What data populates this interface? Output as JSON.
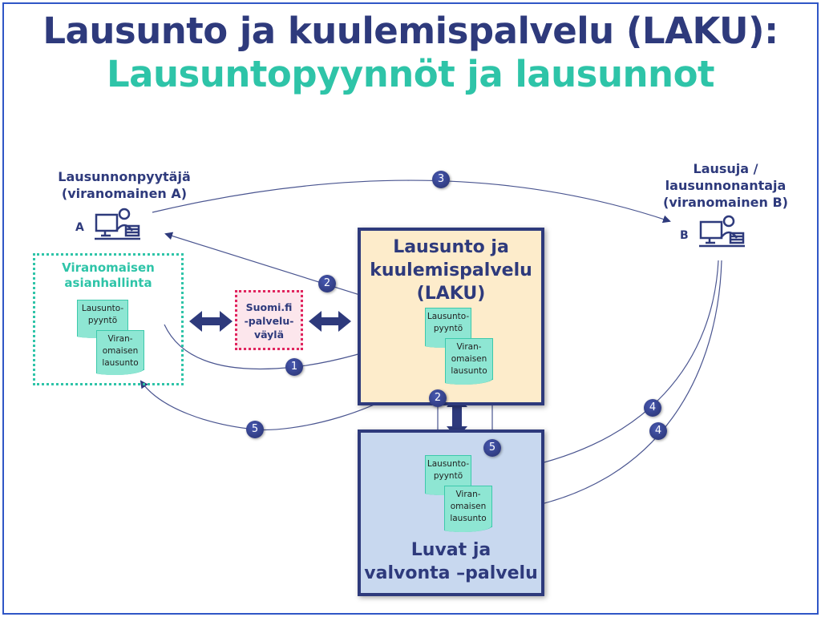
{
  "title": {
    "line1": "Lausunto ja kuulemispalvelu (LAKU):",
    "line2": "Lausuntopyynnöt ja lausunnot"
  },
  "colors": {
    "navy": "#2e3a7c",
    "teal": "#2ec4a8",
    "laku_bg": "#fdeccb",
    "luvat_bg": "#c8d8ef",
    "suomi_bg": "#fce6ec",
    "suomi_border": "#e0245e"
  },
  "actor_a": {
    "label_line1": "Lausunnonpyytäjä",
    "label_line2": "(viranomainen A)",
    "letter": "A",
    "icon": "person-at-computer-icon"
  },
  "actor_b": {
    "label_line1": "Lausuja /",
    "label_line2": "lausunnonantaja",
    "label_line3": "(viranomainen B)",
    "letter": "B",
    "icon": "person-at-computer-icon"
  },
  "case_mgmt": {
    "line1": "Viranomaisen",
    "line2": "asianhallinta"
  },
  "suomi": {
    "line1": "Suomi.fi",
    "line2": "-palvelu-",
    "line3": "väylä"
  },
  "laku": {
    "line1": "Lausunto ja",
    "line2": "kuulemispalvelu",
    "line3": "(LAKU)"
  },
  "luvat": {
    "line1": "Luvat ja",
    "line2": "valvonta –palvelu"
  },
  "docs": {
    "request": {
      "line1": "Lausunto-",
      "line2": "pyyntö"
    },
    "statement": {
      "line1": "Viran-",
      "line2": "omaisen",
      "line3": "lausunto"
    }
  },
  "steps": [
    "3",
    "2",
    "1",
    "5",
    "2",
    "5",
    "4",
    "4"
  ]
}
